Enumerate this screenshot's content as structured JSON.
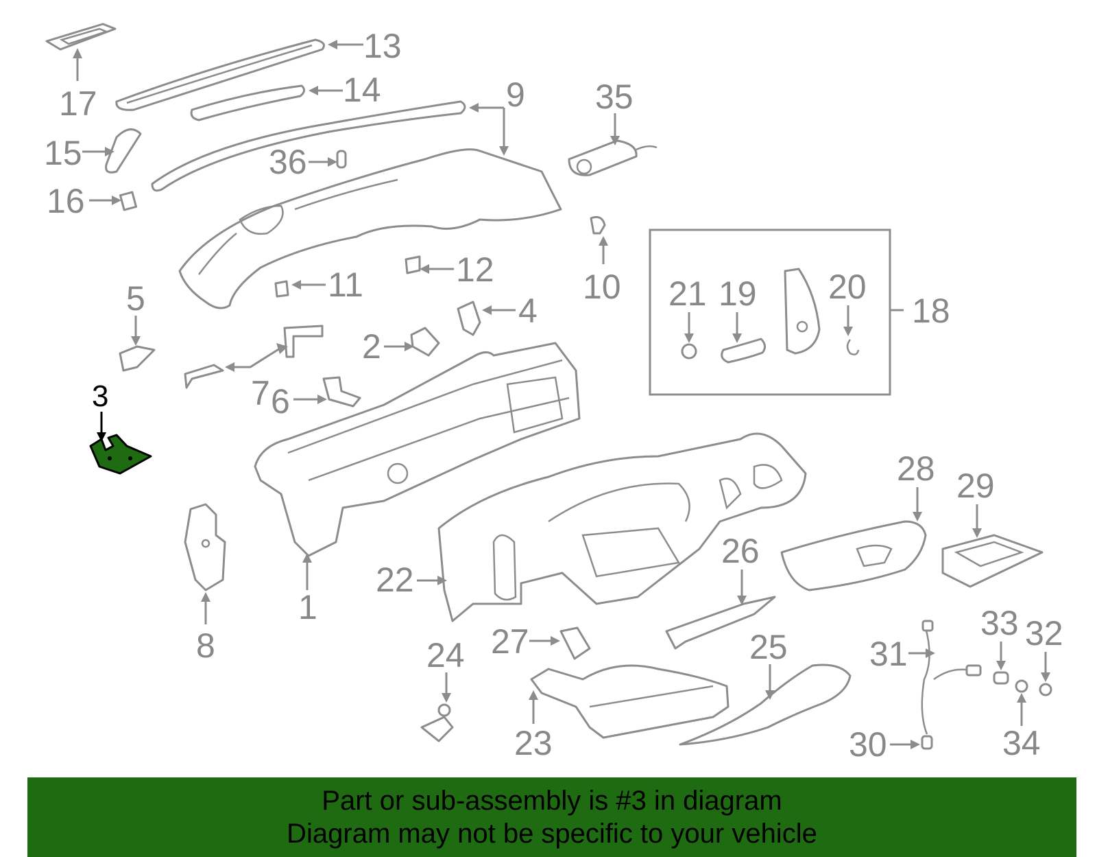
{
  "diagram": {
    "highlighted_part": "3",
    "callouts": {
      "c1": "1",
      "c2": "2",
      "c3": "3",
      "c4": "4",
      "c5": "5",
      "c6": "6",
      "c7": "7",
      "c8": "8",
      "c9": "9",
      "c10": "10",
      "c11": "11",
      "c12": "12",
      "c13": "13",
      "c14": "14",
      "c15": "15",
      "c16": "16",
      "c17": "17",
      "c18": "18",
      "c19": "19",
      "c20": "20",
      "c21": "21",
      "c22": "22",
      "c23": "23",
      "c24": "24",
      "c25": "25",
      "c26": "26",
      "c27": "27",
      "c28": "28",
      "c29": "29",
      "c30": "30",
      "c31": "31",
      "c32": "32",
      "c33": "33",
      "c34": "34",
      "c35": "35",
      "c36": "36"
    },
    "colors": {
      "highlight": "#1e6b12",
      "line": "#8c8c8c",
      "banner": "#1e6b12"
    }
  },
  "banner": {
    "line1": "Part or sub-assembly is #3 in diagram",
    "line2": "Diagram may not be specific to your vehicle"
  }
}
